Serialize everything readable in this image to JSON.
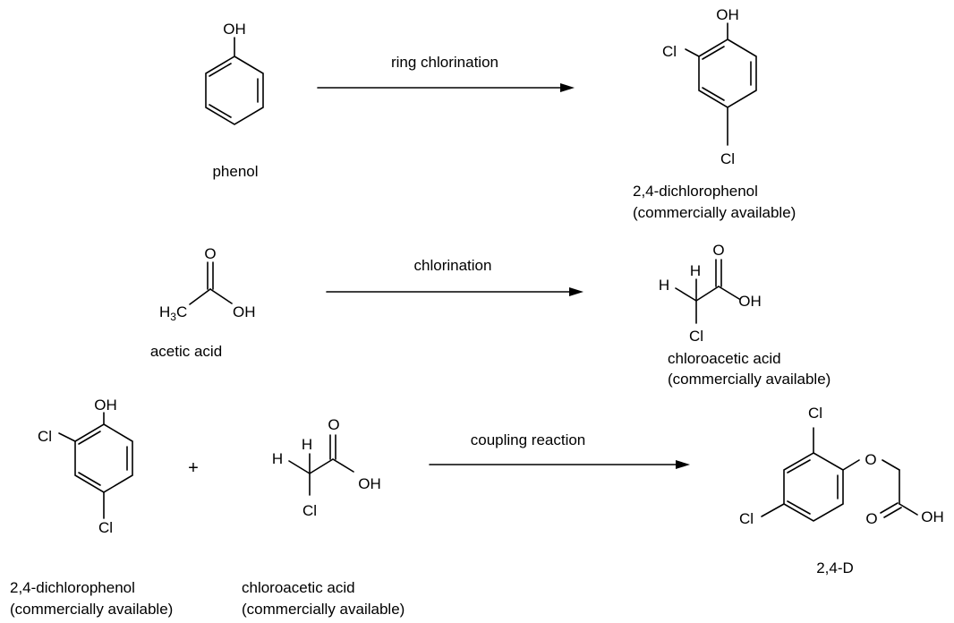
{
  "reactions": [
    {
      "reactant": {
        "name": "phenol",
        "oh": "OH"
      },
      "arrow_label": "ring chlorination",
      "product": {
        "name": "2,4-dichlorophenol",
        "note": "(commercially available)",
        "oh": "OH",
        "cl": "Cl"
      }
    },
    {
      "reactant": {
        "name": "acetic acid",
        "o": "O",
        "oh": "OH",
        "h3c_main": "H",
        "h3c_sub": "3",
        "h3c_c": "C"
      },
      "arrow_label": "chlorination",
      "product": {
        "name": "chloroacetic acid",
        "note": "(commercially available)",
        "o": "O",
        "oh": "OH",
        "h": "H",
        "cl": "Cl"
      }
    },
    {
      "reactant1": {
        "name": "2,4-dichlorophenol",
        "note": "(commercially available)",
        "oh": "OH",
        "cl": "Cl"
      },
      "plus": "+",
      "reactant2": {
        "name": "chloroacetic acid",
        "note": "(commercially available)",
        "o": "O",
        "oh": "OH",
        "h": "H",
        "cl": "Cl"
      },
      "arrow_label": "coupling reaction",
      "product": {
        "name": "2,4-D",
        "o": "O",
        "oh": "OH",
        "cl": "Cl"
      }
    }
  ]
}
